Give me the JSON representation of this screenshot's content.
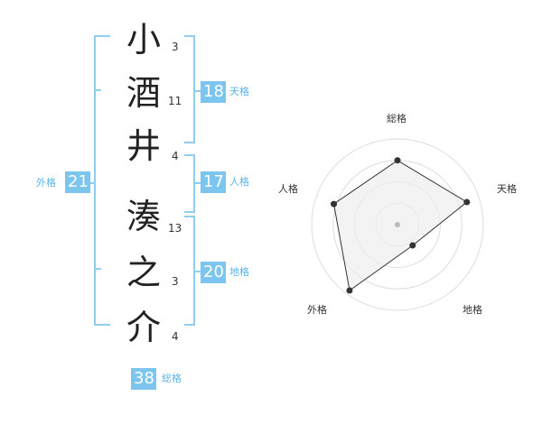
{
  "name_chars": [
    {
      "char": "小",
      "strokes": "3"
    },
    {
      "char": "酒",
      "strokes": "11"
    },
    {
      "char": "井",
      "strokes": "4"
    },
    {
      "char": "湊",
      "strokes": "13"
    },
    {
      "char": "之",
      "strokes": "3"
    },
    {
      "char": "介",
      "strokes": "4"
    }
  ],
  "kakaku": {
    "tenkaku": {
      "value": "18",
      "label": "天格"
    },
    "jinkaku": {
      "value": "17",
      "label": "人格"
    },
    "chikaku": {
      "value": "20",
      "label": "地格"
    },
    "gaikaku": {
      "value": "21",
      "label": "外格"
    },
    "soukaku": {
      "value": "38",
      "label": "総格"
    }
  },
  "colors": {
    "accent": "#7cc5ef",
    "bracket": "#8fcdf2",
    "grid": "#dddddd",
    "fill": "#eeeeee"
  },
  "chart_data": {
    "type": "radar",
    "axes": [
      "総格",
      "天格",
      "地格",
      "外格",
      "人格"
    ],
    "values": [
      0.75,
      0.85,
      0.3,
      0.95,
      0.78
    ],
    "rings": 4,
    "range": [
      0,
      1
    ]
  }
}
